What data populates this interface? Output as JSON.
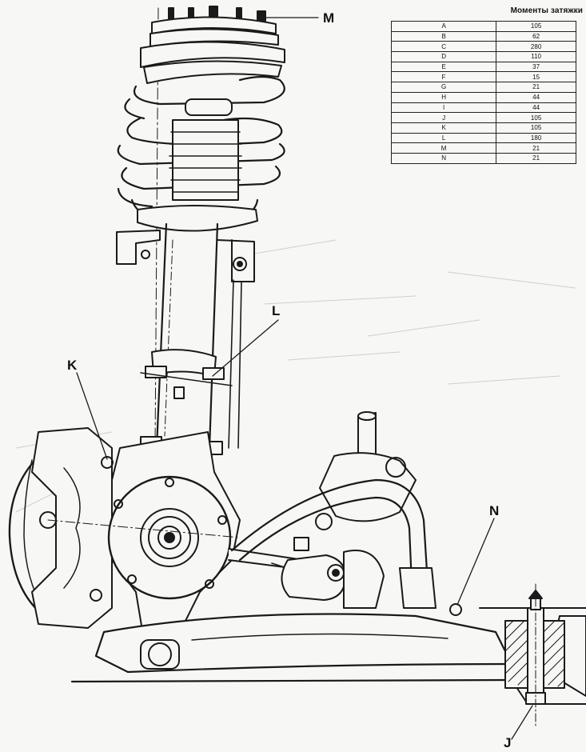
{
  "torque_table": {
    "title": "Моменты затяжки",
    "rows": [
      {
        "letter": "A",
        "value": "105"
      },
      {
        "letter": "B",
        "value": "62"
      },
      {
        "letter": "C",
        "value": "280"
      },
      {
        "letter": "D",
        "value": "110"
      },
      {
        "letter": "E",
        "value": "37"
      },
      {
        "letter": "F",
        "value": "15"
      },
      {
        "letter": "G",
        "value": "21"
      },
      {
        "letter": "H",
        "value": "44"
      },
      {
        "letter": "I",
        "value": "44"
      },
      {
        "letter": "J",
        "value": "105"
      },
      {
        "letter": "K",
        "value": "105"
      },
      {
        "letter": "L",
        "value": "180"
      },
      {
        "letter": "M",
        "value": "21"
      },
      {
        "letter": "N",
        "value": "21"
      }
    ]
  },
  "callouts": {
    "m": "M",
    "l": "L",
    "k": "K",
    "n": "N",
    "j": "J"
  }
}
